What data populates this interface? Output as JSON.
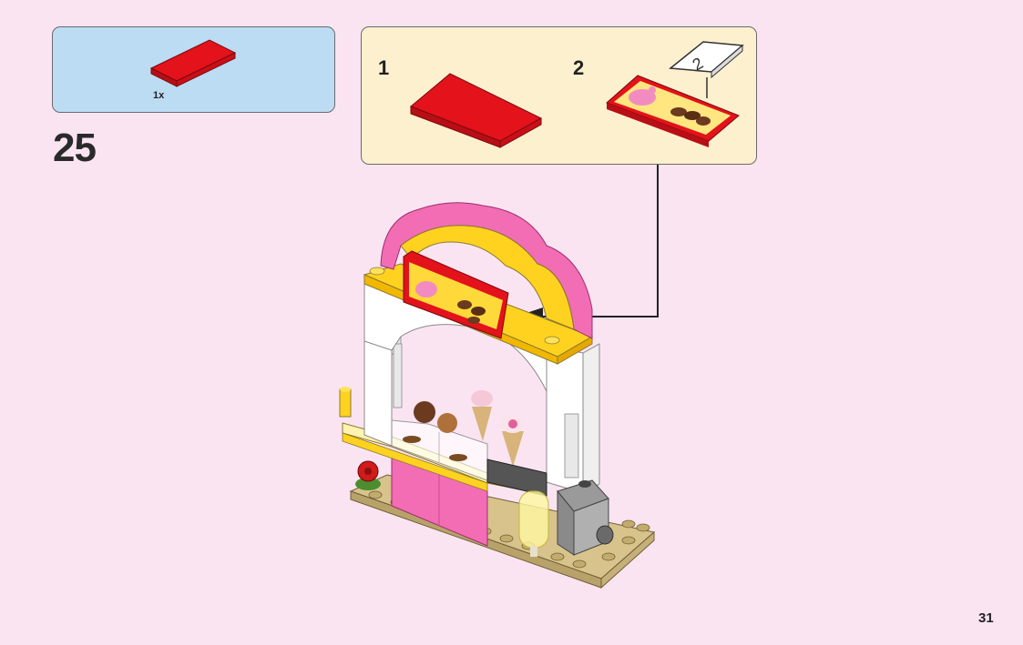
{
  "parts_list": {
    "items": [
      {
        "quantity": "1x",
        "part": "red-tile-2x4"
      }
    ]
  },
  "step": {
    "number": "25"
  },
  "substeps": [
    {
      "number": "1"
    },
    {
      "number": "2"
    }
  ],
  "callout_sticker": {
    "label": "2"
  },
  "page": {
    "number": "31"
  },
  "colors": {
    "background": "#fbe4f2",
    "parts_box": "#bcdcf3",
    "substep_box": "#fdf0cf",
    "tile_red": "#e3121b",
    "arch_pink": "#f26db4",
    "arch_yellow": "#ffd21f",
    "wall_white": "#ffffff",
    "base_tan": "#d8c38c"
  }
}
